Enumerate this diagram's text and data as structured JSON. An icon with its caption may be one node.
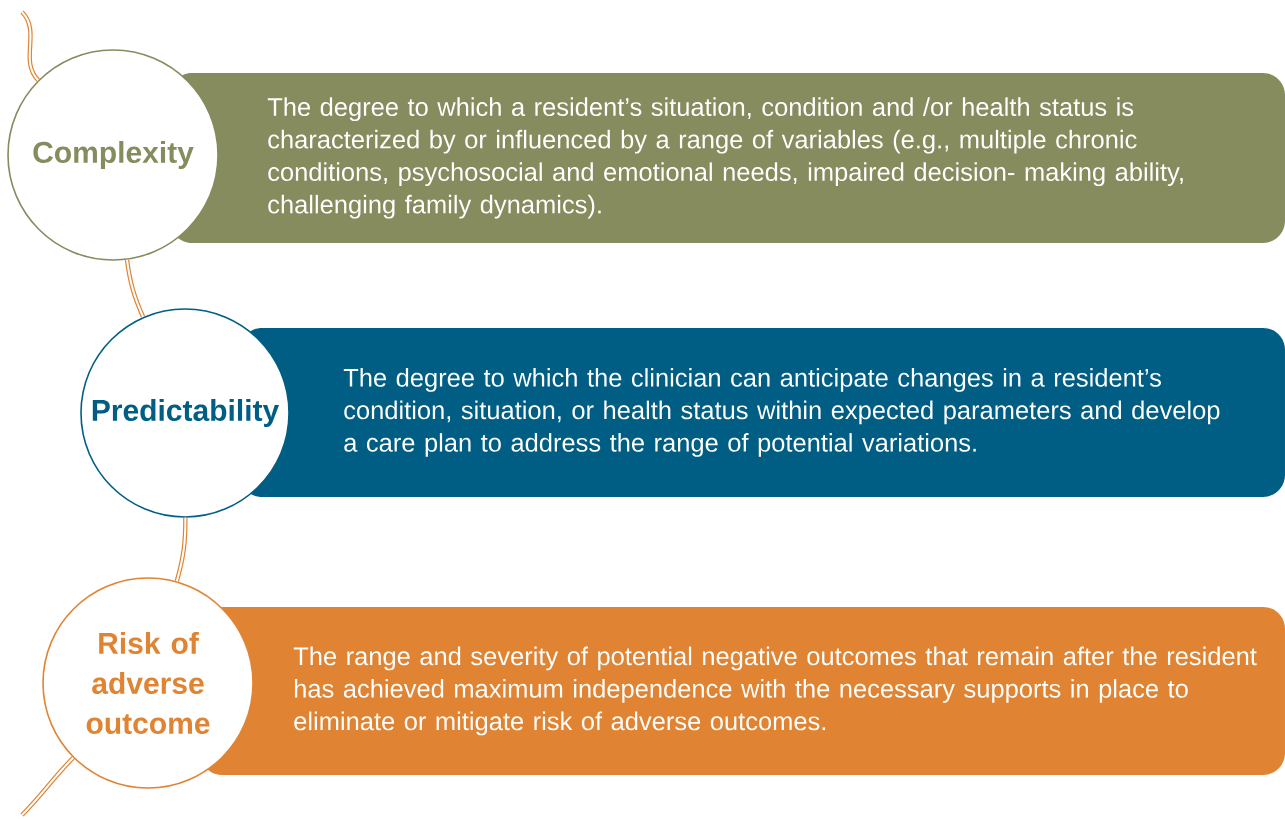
{
  "diagram": {
    "nodes": [
      {
        "text": [
          "Complexity"
        ]
      },
      {
        "text": [
          "The degree to which a resident’s situation, condition and /or health status is characterized by or influenced by a range of variables (e.g., multiple chronic conditions, psychosocial and emotional needs, impaired decision- making ability, challenging family dynamics)."
        ]
      },
      {
        "text": [
          "Predictability"
        ]
      },
      {
        "text": [
          "The degree to which the clinician can anticipate changes in a resident’s condition, situation, or health status within expected parameters and develop a care plan to address the range of potential variations."
        ]
      },
      {
        "text": [
          "Risk of adverse outcome"
        ]
      },
      {
        "text": [
          "The range and severity of potential negative outcomes that remain after the resident has achieved maximum independence with the necessary supports in place to eliminate or mitigate risk of adverse outcomes."
        ]
      }
    ],
    "edges": [
      {
        "from": null,
        "to": 0,
        "arrow": "none"
      },
      {
        "from": 0,
        "to": 2,
        "arrow": "none"
      },
      {
        "from": 2,
        "to": 4,
        "arrow": "none"
      },
      {
        "from": 4,
        "to": null,
        "arrow": "none"
      }
    ]
  }
}
